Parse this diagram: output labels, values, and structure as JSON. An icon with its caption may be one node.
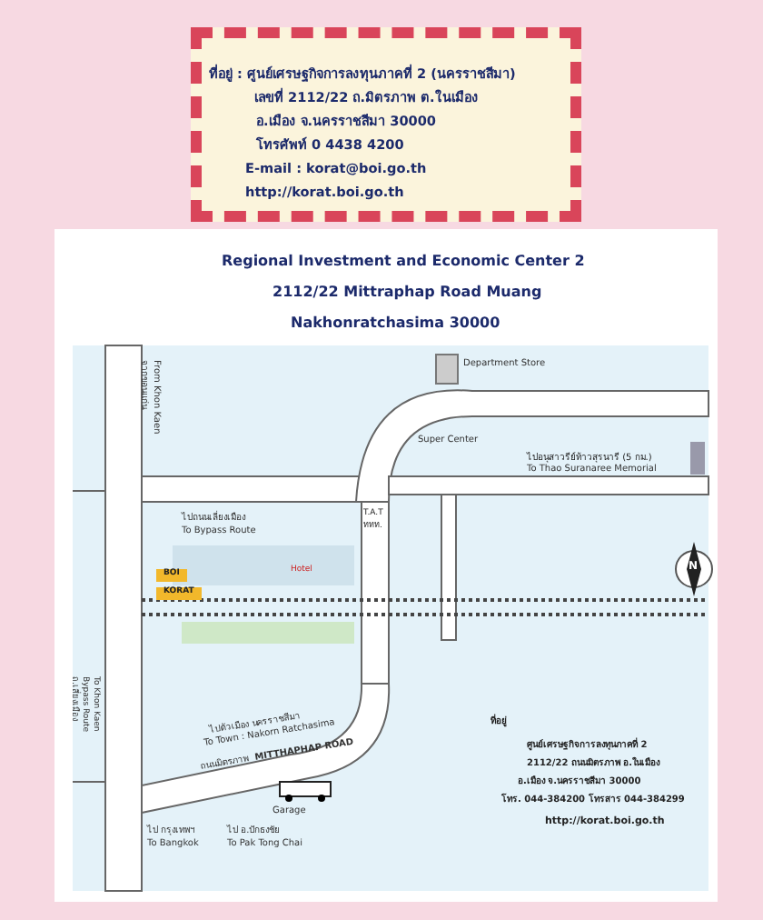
{
  "diagram": {
    "labels": [
      "ที่อยู่ : ศูนย์เศรษฐกิจการลงทุนภาคที่ 2 (นครราชสีมา)",
      "เลขที่ 2112/22 ถ.มิตรภาพ ต.ในเมือง",
      "อ.เมือง จ.นครราชสีมา 30000",
      "โทรศัพท์ 0 4438 4200",
      "E-mail : korat@boi.go.th",
      "http://korat.boi.go.th",
      "Regional Investment and Economic Center 2",
      "2112/22 Mittraphap Road Muang",
      "Nakhonratchasima 30000",
      "จากขอนแก่น",
      "From Khon Kaen",
      "ไปถนนเลี่ยงเมือง",
      "To Bypass Route",
      "BOI",
      "KORAT",
      "Hotel",
      "ททท.",
      "T.A.T",
      "Department Store",
      "Super Center",
      "ไปอนุสาวรีย์ท้าวสุรนารี (5 กม.)",
      "To Thao Suranaree Memorial",
      "N",
      "ถ.เลี่ยงเมือง",
      "Bypass Route",
      "To Khon Kaen",
      "ไป กรุงเทพฯ",
      "To Bangkok",
      "ไป อ.ปักธงชัย",
      "To Pak Tong Chai",
      "ไปตัวเมือง นครราชสีมา",
      "To Town : Nakorn Ratchasima",
      "ถนนมิตรภาพ",
      "MITTHAPHAP ROAD",
      "Garage",
      "ที่อยู่",
      "ศูนย์เศรษฐกิจการลงทุนภาคที่ 2",
      "2112/22 ถนนมิตรภาพ อ.ในเมือง",
      "อ.เมือง จ.นครราชสีมา 30000",
      "โทร. 044-384200 โทรสาร 044-384299",
      "http://korat.boi.go.th"
    ]
  }
}
